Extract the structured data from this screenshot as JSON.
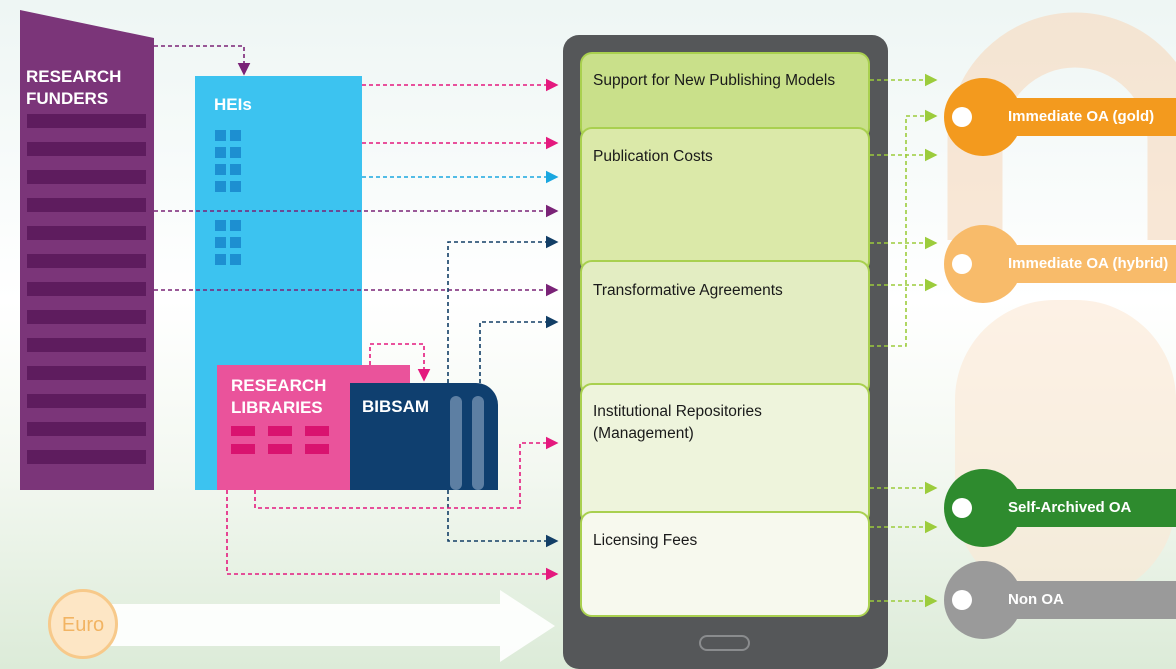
{
  "funders": {
    "label_line1": "RESEARCH",
    "label_line2": "FUNDERS"
  },
  "heis": {
    "label": "HEIs"
  },
  "libraries": {
    "label_line1": "RESEARCH",
    "label_line2": "LIBRARIES"
  },
  "bibsam": {
    "label": "BIBSAM"
  },
  "tablet": {
    "sections": [
      {
        "label": "Support for New Publishing Models"
      },
      {
        "label": "Publication Costs"
      },
      {
        "label": "Transformative Agreements"
      },
      {
        "label_line1": "Institutional Repositories",
        "label_line2": "(Management)"
      },
      {
        "label": "Licensing Fees"
      }
    ]
  },
  "keys": [
    {
      "label": "Immediate OA (gold)",
      "color": "#f39a1e"
    },
    {
      "label": "Immediate OA (hybrid)",
      "color": "#f8bb6a"
    },
    {
      "label": "Self-Archived OA",
      "color": "#2e8b2e"
    },
    {
      "label": "Non OA",
      "color": "#9a9a9a"
    }
  ],
  "euro": {
    "label": "Euro"
  },
  "colors": {
    "funders": "#7b3579",
    "funders_stripe": "#5e1c5e",
    "heis": "#3cc3f0",
    "libraries": "#ea539b",
    "bibsam": "#0f3f6f",
    "tablet": "#555759",
    "panel_green": "#c9e08a",
    "arrow_magenta": "#e4197e",
    "arrow_purple": "#7a2377",
    "arrow_blue": "#1aa7e0",
    "arrow_navy": "#123e66",
    "arrow_green": "#9ccc3c"
  }
}
